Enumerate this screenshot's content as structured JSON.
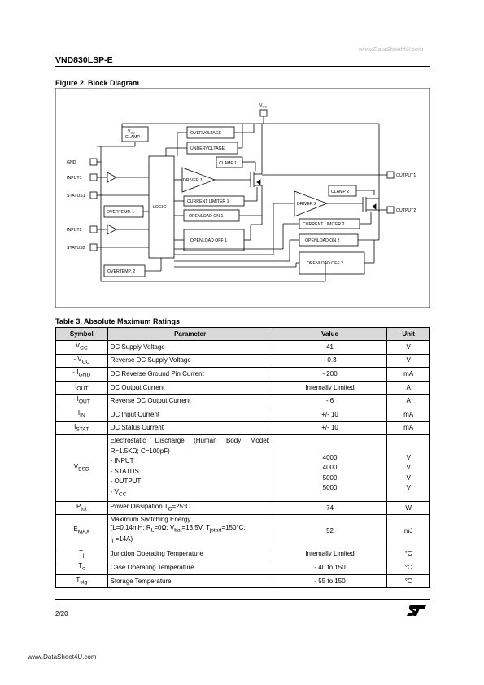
{
  "watermark_top": "www.DataSheet4U.com",
  "watermark_bottom": "www.DataSheet4U.com",
  "document_title": "VND830LSP-E",
  "figure": {
    "title": "Figure 2. Block Diagram",
    "labels": {
      "vcc": "V",
      "vcc_sub": "CC",
      "vcc_clamp_1": "V",
      "vcc_clamp_sub": "CC",
      "vcc_clamp_2": "CLAMP",
      "overvoltage": "OVERVOLTAGE",
      "undervoltage": "UNDERVOLTAGE",
      "clamp1": "CLAMP 1",
      "clamp2": "CLAMP 2",
      "driver1": "DRIVER 1",
      "driver2": "DRIVER 2",
      "logic": "LOGIC",
      "current_limiter1": "CURRENT LIMITER 1",
      "current_limiter2": "CURRENT LIMITER 2",
      "openload_on1": "OPENLOAD ON 1",
      "openload_on2": "OPENLOAD ON 2",
      "openload_off1": "OPENLOAD OFF 1",
      "openload_off2": "OPENLOAD OFF 2",
      "overtemp1": "OVERTEMP. 1",
      "overtemp2": "OVERTEMP. 2",
      "gnd": "GND",
      "input1": "INPUT1",
      "status1": "STATUS1",
      "input2": "INPUT2",
      "status2": "STATUS2",
      "output1": "OUTPUT1",
      "output2": "OUTPUT2"
    }
  },
  "table": {
    "title": "Table 3. Absolute Maximum Ratings",
    "headers": {
      "symbol": "Symbol",
      "parameter": "Parameter",
      "value": "Value",
      "unit": "Unit"
    },
    "rows": [
      {
        "sym_main": "V",
        "sym_sub": "CC",
        "param": "DC Supply Voltage",
        "value": "41",
        "unit": "V"
      },
      {
        "sym_main": "- V",
        "sym_sub": "CC",
        "param": "Reverse DC Supply Voltage",
        "value": "- 0.3",
        "unit": "V"
      },
      {
        "sym_main": "- I",
        "sym_sub": "GND",
        "param": "DC Reverse Ground Pin Current",
        "value": "- 200",
        "unit": "mA"
      },
      {
        "sym_main": "I",
        "sym_sub": "OUT",
        "param": "DC Output Current",
        "value": "Internally Limited",
        "unit": "A"
      },
      {
        "sym_main": "- I",
        "sym_sub": "OUT",
        "param": "Reverse DC Output Current",
        "value": "- 6",
        "unit": "A"
      },
      {
        "sym_main": "I",
        "sym_sub": "IN",
        "param": "DC Input Current",
        "value": "+/- 10",
        "unit": "mA"
      },
      {
        "sym_main": "I",
        "sym_sub": "STAT",
        "param": "DC Status Current",
        "value": "+/- 10",
        "unit": "mA"
      }
    ],
    "esd": {
      "sym_main": "V",
      "sym_sub": "ESD",
      "param_head": "Electrostatic Discharge (Human Body Model:",
      "param_r": "R=1.5KΩ; C=100pF)",
      "items": [
        "- INPUT",
        "- STATUS",
        "- OUTPUT",
        "- V"
      ],
      "item_last_sub": "CC",
      "values": [
        "4000",
        "4000",
        "5000",
        "5000"
      ],
      "units": [
        "V",
        "V",
        "V",
        "V"
      ]
    },
    "ptot": {
      "sym_main": "P",
      "sym_sub": "tot",
      "param_main": "Power Dissipation T",
      "param_sub": "C",
      "param_tail": "=25°C",
      "value": "74",
      "unit": "W"
    },
    "emax": {
      "sym_main": "E",
      "sym_sub": "MAX",
      "line1": "Maximum Switching Energy",
      "line2_a": "(L=0.14mH; R",
      "line2_a_sub": "L",
      "line2_b": "=0Ω; V",
      "line2_b_sub": "bat",
      "line2_c": "=13.5V; T",
      "line2_c_sub": "jstart",
      "line2_d": "=150°C;",
      "line3_a": "I",
      "line3_a_sub": "L",
      "line3_b": "=14A)",
      "value": "52",
      "unit": "mJ"
    },
    "tail_rows": [
      {
        "sym_main": "T",
        "sym_sub": "j",
        "param": "Junction Operating Temperature",
        "value": "Internally Limited",
        "unit": "°C"
      },
      {
        "sym_main": "T",
        "sym_sub": "c",
        "param": "Case Operating Temperature",
        "value": "- 40 to 150",
        "unit": "°C"
      },
      {
        "sym_main": "T",
        "sym_sub": "stg",
        "param": "Storage Temperature",
        "value": "- 55 to 150",
        "unit": "°C"
      }
    ]
  },
  "page_number": "2/20",
  "logo_alt": "ST"
}
